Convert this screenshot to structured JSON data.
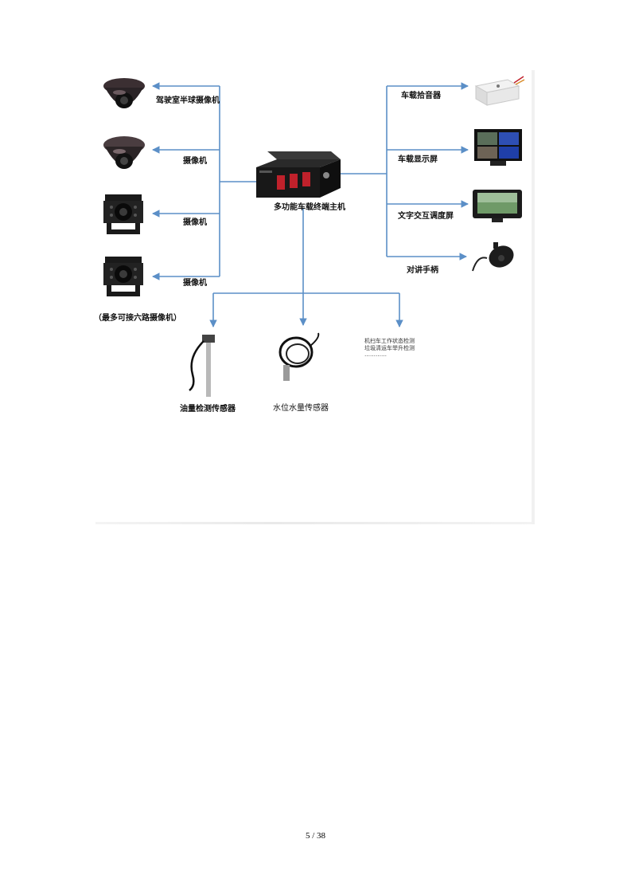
{
  "center": {
    "label": "多功能车载终端主机"
  },
  "left_devices": [
    {
      "label": "驾驶室半球摄像机",
      "icon": "dome-camera-icon"
    },
    {
      "label": "摄像机",
      "icon": "dome-camera-icon"
    },
    {
      "label": "摄像机",
      "icon": "vehicle-camera-icon"
    },
    {
      "label": "摄像机",
      "icon": "vehicle-camera-icon"
    }
  ],
  "left_note": "（最多可接六路摄像机）",
  "right_devices": [
    {
      "label": "车载拾音器",
      "icon": "pickup-box-icon"
    },
    {
      "label": "车载显示屏",
      "icon": "monitor-icon"
    },
    {
      "label": "文字交互调度屏",
      "icon": "dispatch-screen-icon"
    },
    {
      "label": "对讲手柄",
      "icon": "handheld-mic-icon"
    }
  ],
  "bottom_devices": [
    {
      "label": "油量检测传感器",
      "icon": "fuel-sensor-icon"
    },
    {
      "label": "水位水量传感器",
      "icon": "water-sensor-icon"
    }
  ],
  "bottom_note": {
    "line1": "机扫车工作状态检测",
    "line2": "垃圾清运车举升检测",
    "line3": "…………"
  },
  "colors": {
    "connector": "#5b8fc7",
    "device_dark": "#1c1c1c"
  },
  "page_number": "5 / 38"
}
